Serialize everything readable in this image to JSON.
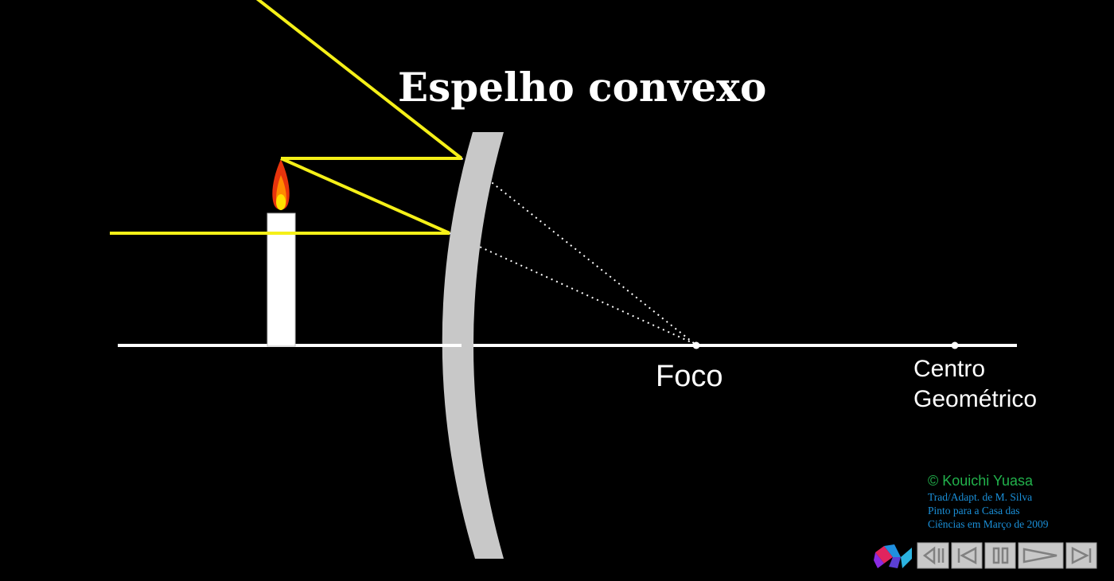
{
  "title": "Espelho convexo",
  "labels": {
    "focus": "Foco",
    "center_line1": "Centro",
    "center_line2": "Geométrico"
  },
  "credits": {
    "author": "© Kouichi Yuasa",
    "line1": "Trad/Adapt. de M. Silva",
    "line2": "Pinto para a Casa das",
    "line3": "Ciências em Março de 2009"
  },
  "controls": [
    {
      "name": "rewind-button",
      "icon": "rewind-icon"
    },
    {
      "name": "first-button",
      "icon": "skip-to-start-icon"
    },
    {
      "name": "pause-button",
      "icon": "pause-icon"
    },
    {
      "name": "play-button",
      "icon": "play-icon"
    },
    {
      "name": "last-button",
      "icon": "skip-to-end-icon"
    }
  ],
  "colors": {
    "background": "#000000",
    "ray": "#f5f018",
    "mirror": "#c8c8c8",
    "axis": "#ffffff",
    "credit_author": "#22b24c",
    "credit_text": "#1a8fd8",
    "control_bg": "#c8c8c8",
    "control_icon": "#808080"
  },
  "icons": {
    "candle": "candle-icon",
    "logo": "logo-icon"
  }
}
